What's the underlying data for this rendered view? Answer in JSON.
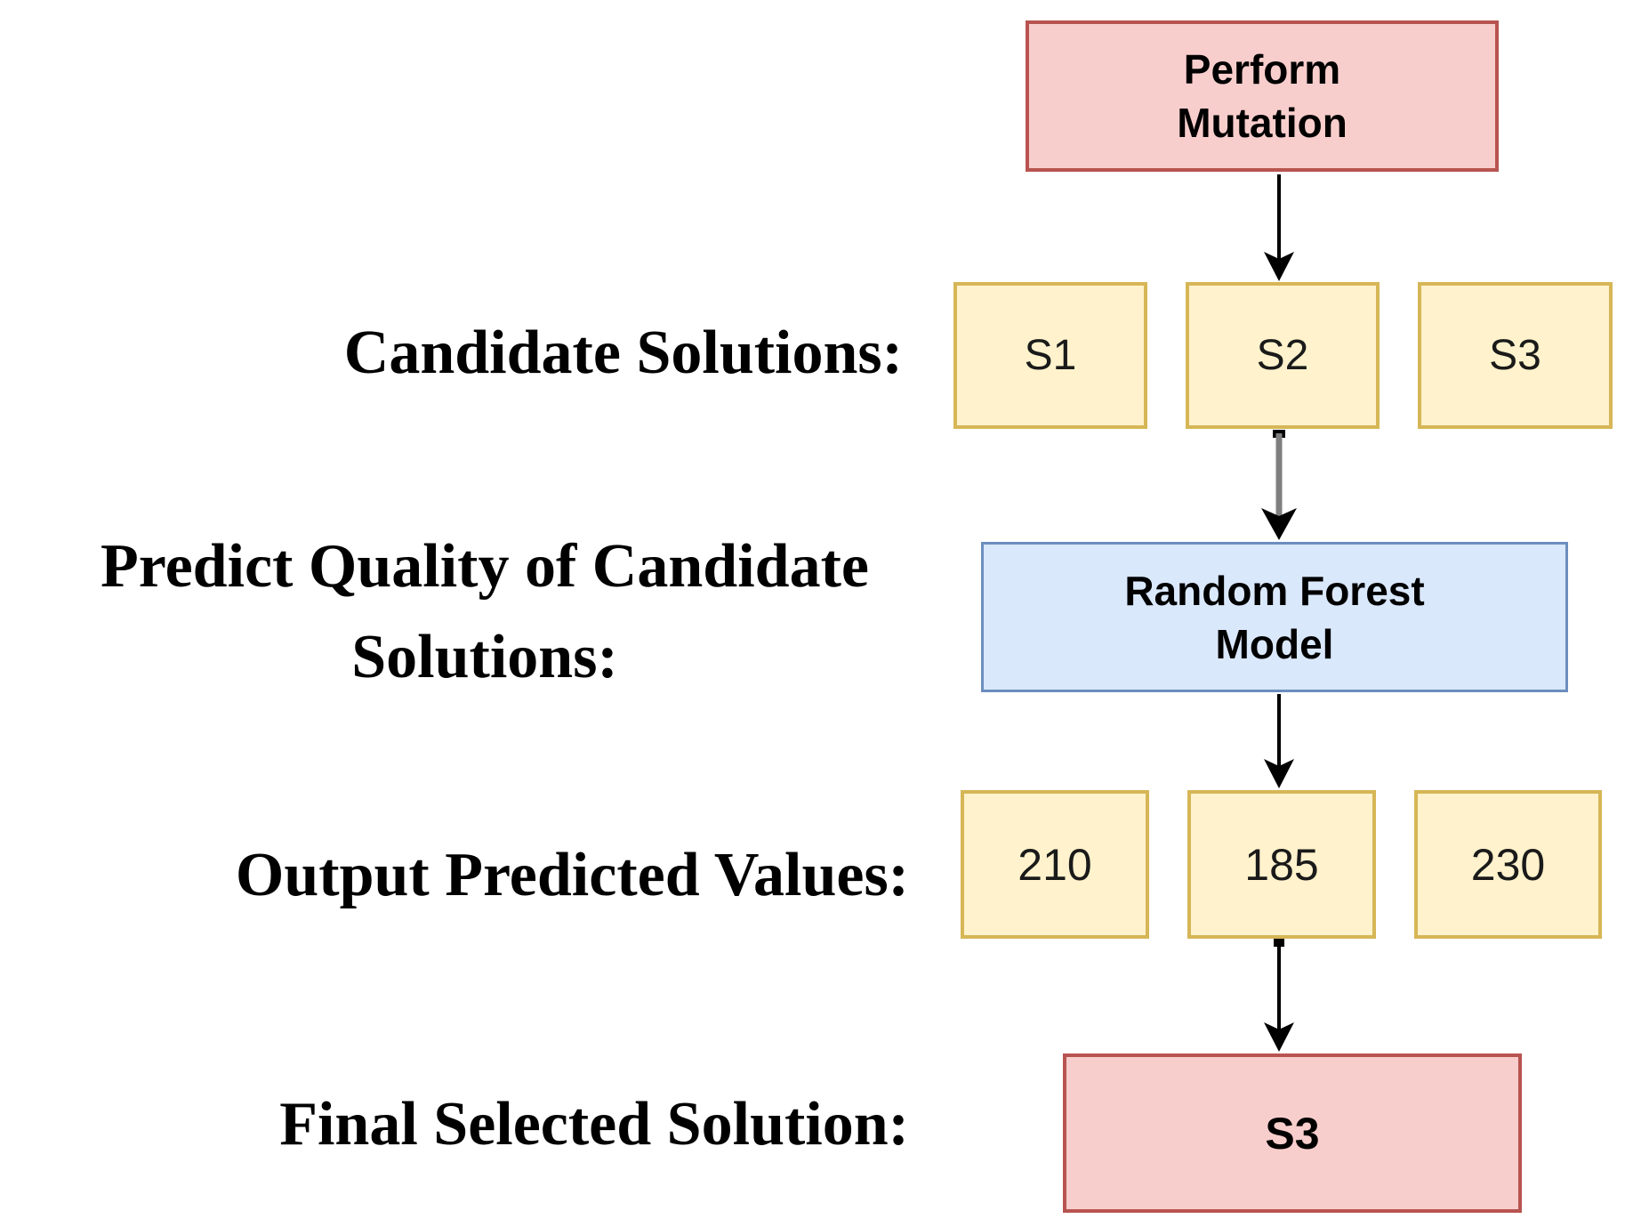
{
  "labels": {
    "candidate_solutions": "Candidate Solutions:",
    "predict_quality": {
      "line1": "Predict Quality of Candidate",
      "line2": "Solutions:"
    },
    "output_predicted_values": "Output Predicted Values:",
    "final_selected_solution": "Final Selected Solution:"
  },
  "nodes": {
    "perform_mutation": {
      "line1": "Perform",
      "line2": "Mutation"
    },
    "candidates": [
      {
        "label": "S1"
      },
      {
        "label": "S2"
      },
      {
        "label": "S3"
      }
    ],
    "model": {
      "line1": "Random Forest",
      "line2": "Model"
    },
    "predicted_values": [
      {
        "label": "210"
      },
      {
        "label": "185"
      },
      {
        "label": "230"
      }
    ],
    "final_selected": {
      "label": "S3"
    }
  },
  "arrows": [
    {
      "name": "perform-mutation-to-s2"
    },
    {
      "name": "s2-to-random-forest-model"
    },
    {
      "name": "random-forest-model-to-185"
    },
    {
      "name": "185-to-final-s3"
    }
  ],
  "colors": {
    "node_red_fill": "#f8cecc",
    "node_red_stroke": "#b85450",
    "node_yellow_fill": "#fff2cc",
    "node_yellow_stroke": "#d6b656",
    "node_blue_fill": "#dae8fc",
    "node_blue_stroke": "#6c8ebf",
    "arrow_black": "#000000",
    "arrow_gray_shaft": "#7f7f7f",
    "background": "#ffffff",
    "label_text": "#000000",
    "node_text": "#1a1a1a"
  }
}
